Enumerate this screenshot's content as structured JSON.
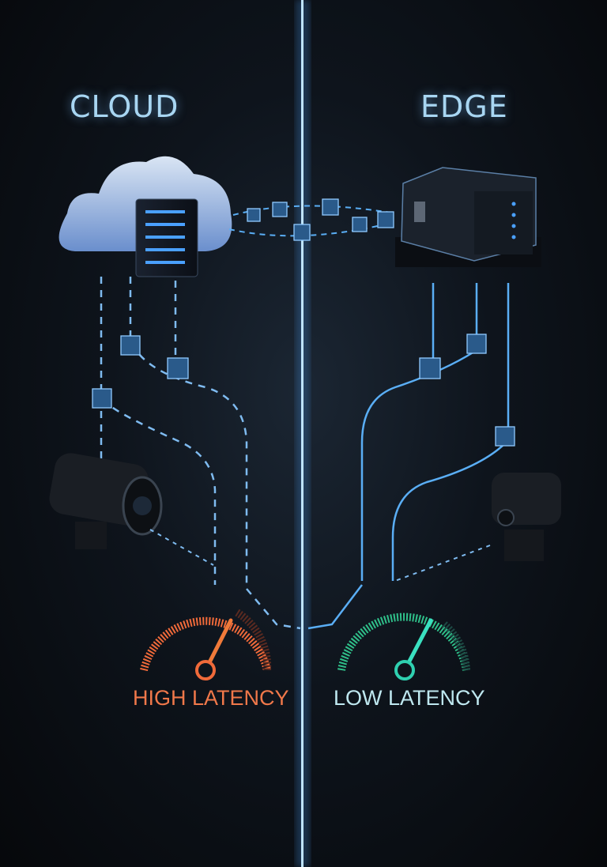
{
  "titles": {
    "cloud": "CLOUD",
    "edge": "EDGE"
  },
  "gauges": [
    {
      "label": "HIGH LATENCY",
      "color": "#f06a3a",
      "level": 0.7
    },
    {
      "label": "LOW LATENCY",
      "color": "#2fc08a",
      "level": 0.75
    }
  ],
  "colors": {
    "accent": "#5aaef5",
    "divider": "#9fd4ff"
  }
}
